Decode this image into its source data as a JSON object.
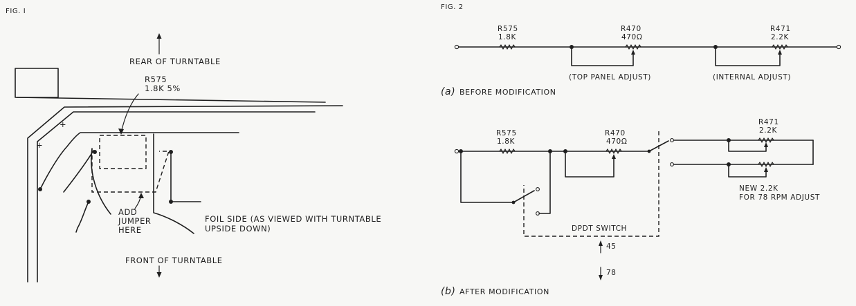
{
  "fig1": {
    "label": "FIG. I",
    "rear": "REAR OF TURNTABLE",
    "front": "FRONT OF TURNTABLE",
    "resistor_name": "R575",
    "resistor_value": "1.8K  5%",
    "jumper_line1": "ADD",
    "jumper_line2": "JUMPER",
    "jumper_line3": "HERE",
    "foil_line1": "FOIL SIDE (AS VIEWED WITH TURNTABLE",
    "foil_line2": "UPSIDE DOWN)",
    "plus_symbol": "+"
  },
  "fig2": {
    "label": "FIG. 2",
    "a": {
      "marker": "(a)",
      "caption": "BEFORE MODIFICATION",
      "r575_name": "R575",
      "r575_value": "1.8K",
      "r470_name": "R470",
      "r470_value": "470Ω",
      "r471_name": "R471",
      "r471_value": "2.2K",
      "top_panel": "(TOP PANEL ADJUST)",
      "internal": "(INTERNAL ADJUST)"
    },
    "b": {
      "marker": "(b)",
      "caption": "AFTER MODIFICATION",
      "r575_name": "R575",
      "r575_value": "1.8K",
      "r470_name": "R470",
      "r470_value": "470Ω",
      "r471_name": "R471",
      "r471_value": "2.2K",
      "switch": "DPDT SWITCH",
      "pos45": "45",
      "pos78": "78",
      "new_line1": "NEW 2.2K",
      "new_line2": "FOR 78 RPM ADJUST"
    }
  }
}
